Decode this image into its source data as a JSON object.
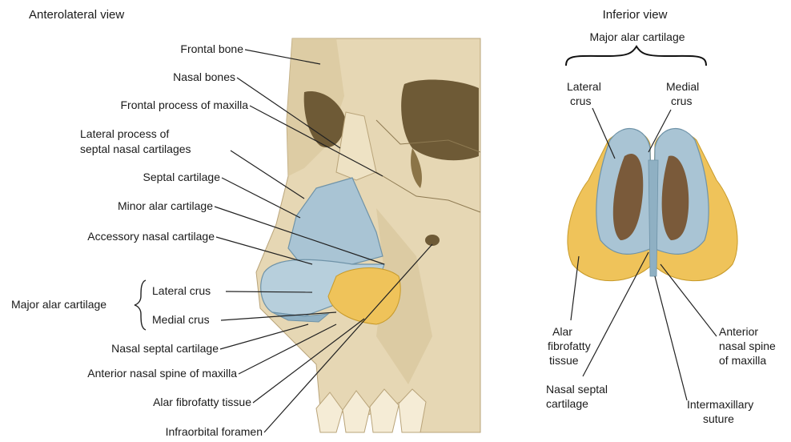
{
  "anterolateral": {
    "title": "Anterolateral view",
    "labels": {
      "frontal_bone": "Frontal bone",
      "nasal_bones": "Nasal bones",
      "frontal_process": "Frontal process of maxilla",
      "lateral_process_1": "Lateral process of",
      "lateral_process_2": "septal nasal cartilages",
      "septal_cartilage": "Septal cartilage",
      "minor_alar": "Minor alar cartilage",
      "accessory_nasal": "Accessory nasal cartilage",
      "major_alar": "Major alar cartilage",
      "lateral_crus": "Lateral crus",
      "medial_crus": "Medial crus",
      "nasal_septal": "Nasal septal cartilage",
      "anterior_spine": "Anterior nasal spine of maxilla",
      "alar_fibrofatty": "Alar fibrofatty tissue",
      "infraorbital": "Infraorbital foramen"
    }
  },
  "inferior": {
    "title": "Inferior view",
    "labels": {
      "major_alar": "Major alar cartilage",
      "lateral_crus_1": "Lateral",
      "lateral_crus_2": "crus",
      "medial_crus_1": "Medial",
      "medial_crus_2": "crus",
      "alar_1": "Alar",
      "alar_2": "fibrofatty",
      "alar_3": "tissue",
      "nasal_septal_1": "Nasal septal",
      "nasal_septal_2": "cartilage",
      "anterior_spine_1": "Anterior",
      "anterior_spine_2": "nasal spine",
      "anterior_spine_3": "of maxilla",
      "intermax_1": "Intermaxillary",
      "intermax_2": "suture"
    }
  },
  "colors": {
    "bone": "#e6d7b4",
    "bone_shadow": "#c9b58c",
    "orbit": "#6e5a36",
    "cartilage": "#a9c4d4",
    "cartilage_edge": "#6f93a8",
    "fat": "#efc35a",
    "leader": "#222222"
  }
}
